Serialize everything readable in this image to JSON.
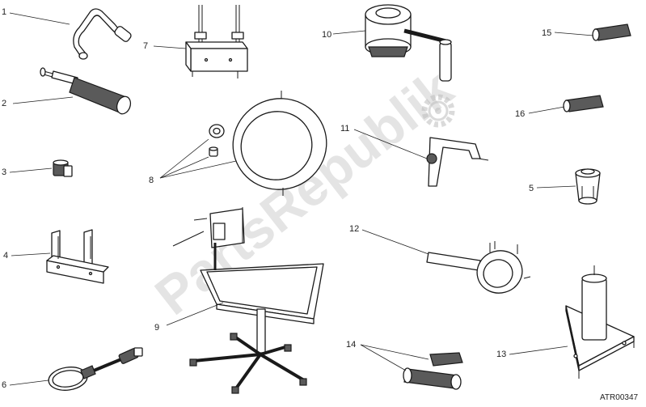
{
  "watermark": "PartsRepublik",
  "drawing_code": "ATR00347",
  "callouts": {
    "c1": "1",
    "c2": "2",
    "c3": "3",
    "c4": "4",
    "c5": "5",
    "c6": "6",
    "c7": "7",
    "c8": "8",
    "c9": "9",
    "c10": "10",
    "c11": "11",
    "c12": "12",
    "c13": "13",
    "c14": "14",
    "c15": "15",
    "c16": "16"
  }
}
